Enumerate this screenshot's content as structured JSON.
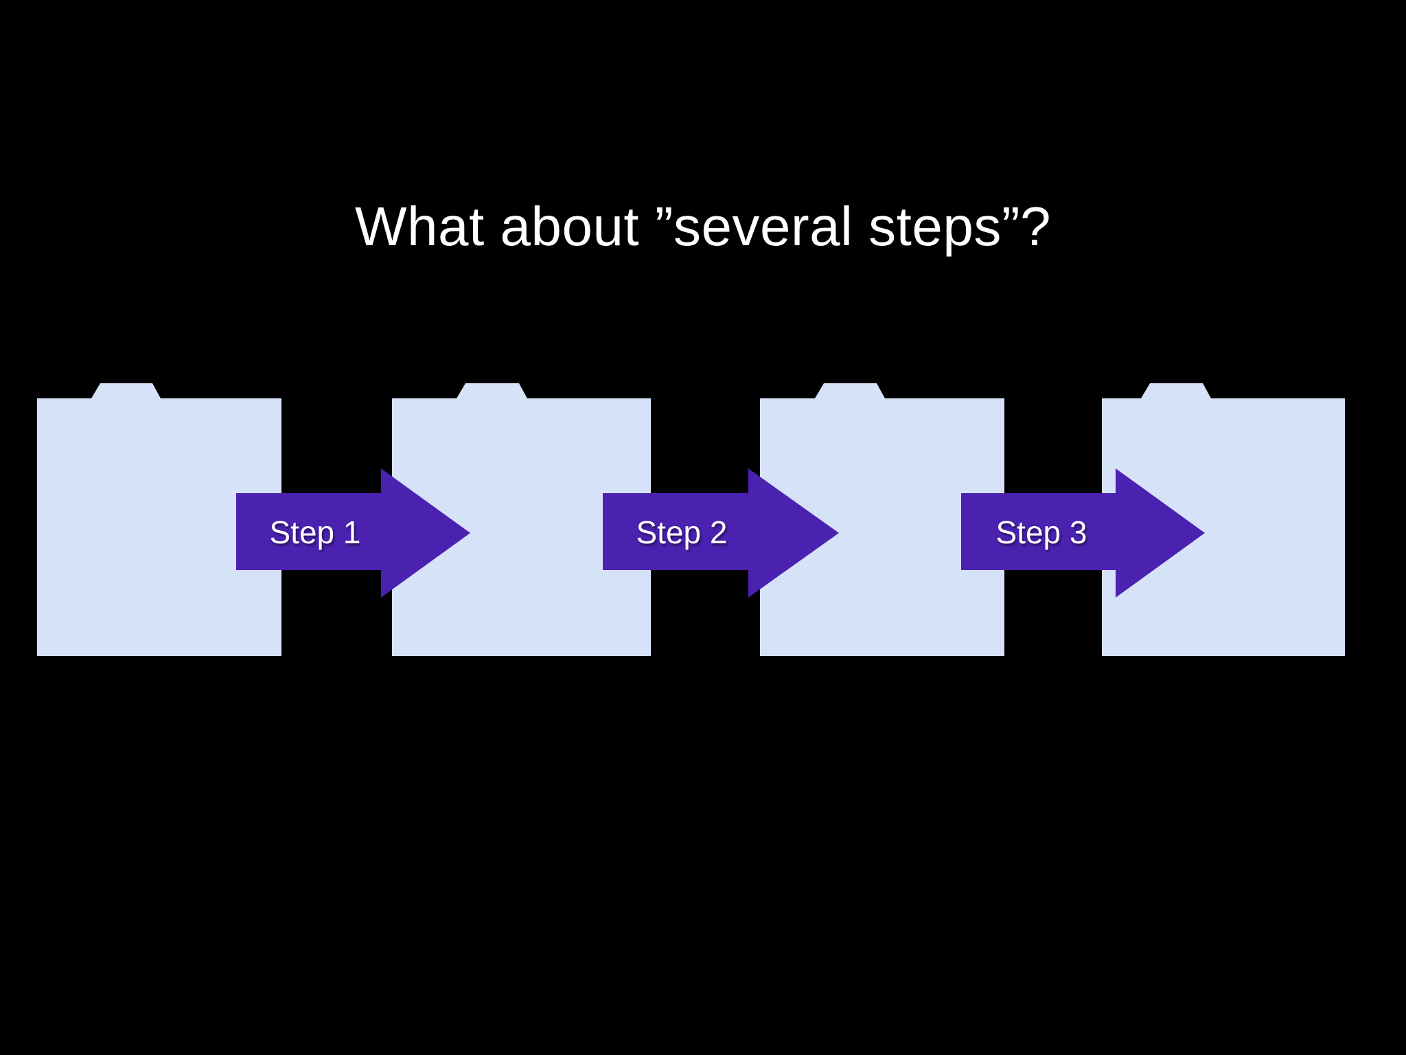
{
  "slide": {
    "background_color": "#000000",
    "title": "What about ”several steps”?",
    "title_color": "#ffffff"
  },
  "palette": {
    "folder_fill": "#D6E2F8",
    "arrow_fill": "#4B21B0",
    "background": "#000000",
    "text": "#ffffff"
  },
  "diagram": {
    "type": "process-flow",
    "folders": [
      {
        "name": "folder-1",
        "label": ""
      },
      {
        "name": "folder-2",
        "label": ""
      },
      {
        "name": "folder-3",
        "label": ""
      },
      {
        "name": "folder-4",
        "label": ""
      }
    ],
    "arrows": [
      {
        "name": "arrow-step-1",
        "label": "Step 1"
      },
      {
        "name": "arrow-step-2",
        "label": "Step 2"
      },
      {
        "name": "arrow-step-3",
        "label": "Step 3"
      }
    ]
  }
}
